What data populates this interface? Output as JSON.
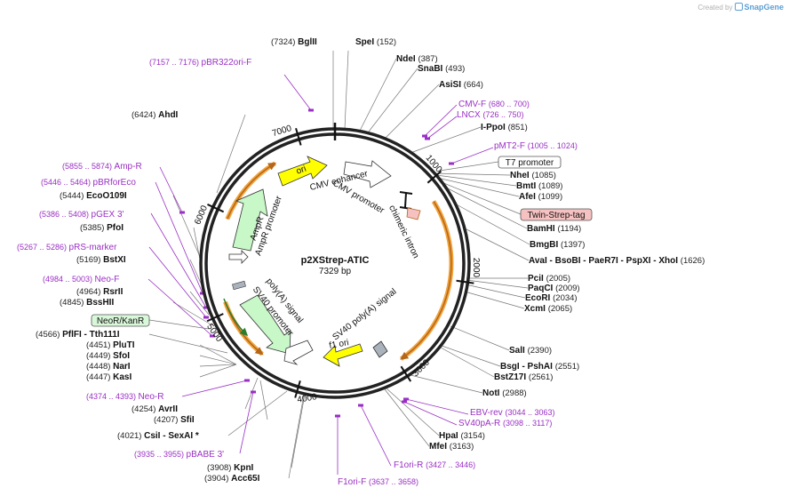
{
  "credit": {
    "prefix": "Created by",
    "brand": "SnapGene"
  },
  "plasmid": {
    "name": "p2XStrep-ATIC",
    "size_label": "7329 bp",
    "length": 7329
  },
  "colors": {
    "primer": "#9a2fc4",
    "promoter": "#c8f7c8",
    "ampr": "#c8f7c8",
    "ori": "#ffff00",
    "f1ori": "#aab2bc",
    "white_feature": "#ffffff",
    "orf": "#f2a33a"
  },
  "ticks": [
    {
      "bp": 1000,
      "label": "1000"
    },
    {
      "bp": 2000,
      "label": "2000"
    },
    {
      "bp": 3000,
      "label": "3000"
    },
    {
      "bp": 4000,
      "label": "4000"
    },
    {
      "bp": 5000,
      "label": "5000"
    },
    {
      "bp": 6000,
      "label": "6000"
    },
    {
      "bp": 7000,
      "label": "7000"
    }
  ],
  "features": [
    {
      "label": "ori",
      "bp": 6200
    },
    {
      "label": "CMV enhancer",
      "bp": 250
    },
    {
      "label": "CMV promoter",
      "bp": 640
    },
    {
      "label": "chimeric intron",
      "bp": 950
    },
    {
      "label": "AmpR",
      "bp": 5900
    },
    {
      "label": "AmpR promoter",
      "bp": 5500
    },
    {
      "label": "poly(A) signal",
      "bp": 4500
    },
    {
      "label": "SV40 promoter",
      "bp": 4650
    },
    {
      "label": "SV40 poly(A) signal",
      "bp": 3200
    },
    {
      "label": "f1 ori",
      "bp": 3550
    }
  ],
  "sites": [
    {
      "name": "BglII",
      "coord": "(7324)",
      "bp": 7324
    },
    {
      "name": "SpeI",
      "coord": "(152)",
      "bp": 152
    },
    {
      "name": "NdeI",
      "coord": "(387)",
      "bp": 387
    },
    {
      "name": "SnaBI",
      "coord": "(493)",
      "bp": 493
    },
    {
      "name": "AsiSI",
      "coord": "(664)",
      "bp": 664
    },
    {
      "name": "I-PpoI",
      "coord": "(851)",
      "bp": 851
    },
    {
      "name": "NheI",
      "coord": "(1085)",
      "bp": 1085
    },
    {
      "name": "BmtI",
      "coord": "(1089)",
      "bp": 1089
    },
    {
      "name": "AfeI",
      "coord": "(1099)",
      "bp": 1099
    },
    {
      "name": "BamHI",
      "coord": "(1194)",
      "bp": 1194
    },
    {
      "name": "BmgBI",
      "coord": "(1397)",
      "bp": 1397
    },
    {
      "name": "AvaI - BsoBI - PaeR7I - PspXI - XhoI",
      "coord": "(1626)",
      "bp": 1626
    },
    {
      "name": "PciI",
      "coord": "(2005)",
      "bp": 2005
    },
    {
      "name": "PaqCI",
      "coord": "(2009)",
      "bp": 2009
    },
    {
      "name": "EcoRI",
      "coord": "(2034)",
      "bp": 2034
    },
    {
      "name": "XcmI",
      "coord": "(2065)",
      "bp": 2065
    },
    {
      "name": "SalI",
      "coord": "(2390)",
      "bp": 2390
    },
    {
      "name": "BsgI - PshAI",
      "coord": "(2551)",
      "bp": 2551
    },
    {
      "name": "BstZ17I",
      "coord": "(2561)",
      "bp": 2561
    },
    {
      "name": "NotI",
      "coord": "(2988)",
      "bp": 2988
    },
    {
      "name": "HpaI",
      "coord": "(3154)",
      "bp": 3154
    },
    {
      "name": "MfeI",
      "coord": "(3163)",
      "bp": 3163
    },
    {
      "name": "KpnI",
      "coord": "(3908)",
      "bp": 3908
    },
    {
      "name": "Acc65I",
      "coord": "(3904)",
      "bp": 3904
    },
    {
      "name": "CsiI - SexAI *",
      "coord": "(4021)",
      "bp": 4021
    },
    {
      "name": "SfiI",
      "coord": "(4207)",
      "bp": 4207
    },
    {
      "name": "AvrII",
      "coord": "(4254)",
      "bp": 4254
    },
    {
      "name": "KasI",
      "coord": "(4447)",
      "bp": 4447
    },
    {
      "name": "NarI",
      "coord": "(4448)",
      "bp": 4448
    },
    {
      "name": "SfoI",
      "coord": "(4449)",
      "bp": 4449
    },
    {
      "name": "PluTI",
      "coord": "(4451)",
      "bp": 4451
    },
    {
      "name": "PflFI - Tth111I",
      "coord": "(4566)",
      "bp": 4566
    },
    {
      "name": "BssHII",
      "coord": "(4845)",
      "bp": 4845
    },
    {
      "name": "RsrII",
      "coord": "(4964)",
      "bp": 4964
    },
    {
      "name": "BstXI",
      "coord": "(5169)",
      "bp": 5169
    },
    {
      "name": "PfoI",
      "coord": "(5385)",
      "bp": 5385
    },
    {
      "name": "EcoO109I",
      "coord": "(5444)",
      "bp": 5444
    },
    {
      "name": "AhdI",
      "coord": "(6424)",
      "bp": 6424
    }
  ],
  "primers": [
    {
      "name": "pBR322ori-F",
      "range": "(7157 .. 7176)",
      "bp": 7166
    },
    {
      "name": "CMV-F",
      "range": "(680 .. 700)",
      "bp": 690
    },
    {
      "name": "LNCX",
      "range": "(726 .. 750)",
      "bp": 738
    },
    {
      "name": "pMT2-F",
      "range": "(1005 .. 1024)",
      "bp": 1014
    },
    {
      "name": "EBV-rev",
      "range": "(3044 .. 3063)",
      "bp": 3053
    },
    {
      "name": "SV40pA-R",
      "range": "(3098 .. 3117)",
      "bp": 3107
    },
    {
      "name": "F1ori-R",
      "range": "(3427 .. 3446)",
      "bp": 3436
    },
    {
      "name": "F1ori-F",
      "range": "(3637 .. 3658)",
      "bp": 3647
    },
    {
      "name": "pBABE 3'",
      "range": "(3935 .. 3955)",
      "bp": 3945
    },
    {
      "name": "Neo-R",
      "range": "(4374 .. 4393)",
      "bp": 4383
    },
    {
      "name": "Neo-F",
      "range": "(4984 .. 5003)",
      "bp": 4993
    },
    {
      "name": "pRS-marker",
      "range": "(5267 .. 5286)",
      "bp": 5276
    },
    {
      "name": "pGEX 3'",
      "range": "(5386 .. 5408)",
      "bp": 5397
    },
    {
      "name": "pBRforEco",
      "range": "(5446 .. 5464)",
      "bp": 5455
    },
    {
      "name": "Amp-R",
      "range": "(5855 .. 5874)",
      "bp": 5864
    }
  ],
  "boxed": [
    {
      "name": "T7 promoter",
      "bp": 1040
    },
    {
      "name": "Twin-Strep-tag",
      "bp": 1150
    },
    {
      "name": "NeoR/KanR",
      "bp": 4700
    }
  ]
}
